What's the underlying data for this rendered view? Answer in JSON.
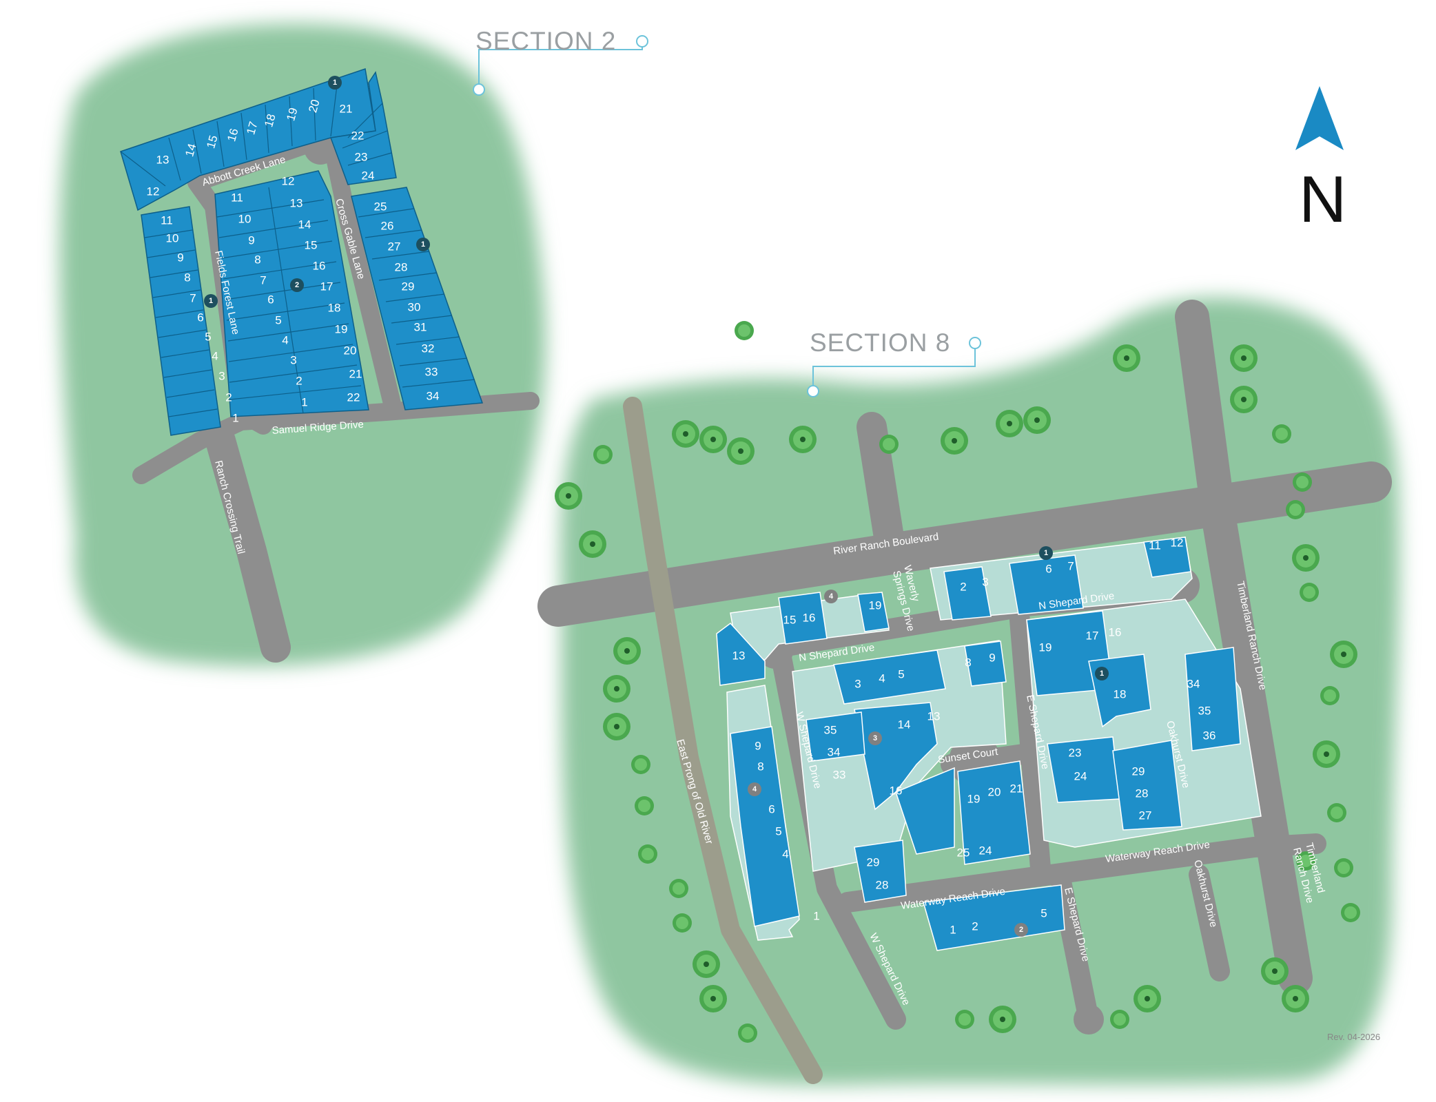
{
  "sections": [
    {
      "label": "SECTION 2"
    },
    {
      "label": "SECTION 8"
    }
  ],
  "north_label": "N",
  "revision": "Rev. 04-2026",
  "colors": {
    "land": "#8fc6a0",
    "road": "#8e8e8e",
    "lot_available": "#1e8fc9",
    "lot_other": "#b7ddd6",
    "lot_stroke": "#0d5f8a",
    "marker_dark": "#1d4f5f",
    "marker_gray": "#808080",
    "callout": "#6cc3da",
    "tree": "#4caf50",
    "north_arrow": "#1a8ac4"
  },
  "roads": {
    "abbott_creek": "Abbott Creek Lane",
    "fields_forest": "Fields Forest Lane",
    "cross_gable": "Cross Gable Lane",
    "samuel_ridge": "Samuel Ridge Drive",
    "ranch_crossing": "Ranch Crossing Trail",
    "river_ranch": "River Ranch Boulevard",
    "waverly_1": "Waverly",
    "waverly_2": "Springs Drive",
    "n_shepard_1": "N Shepard Drive",
    "n_shepard_2": "N Shepard Drive",
    "timberland_1": "Timberland Ranch Drive",
    "w_shepard_1": "W Shepard Drive",
    "w_shepard_2": "W Shepard Drive",
    "e_shepard_1": "E Shepard Drive",
    "e_shepard_2": "E Shepard Drive",
    "sunset": "Sunset Court",
    "oakhurst_1": "Oakhurst Drive",
    "oakhurst_2": "Oakhurst Drive",
    "waterway_1": "Waterway Reach Drive",
    "waterway_2": "Waterway Reach Drive",
    "timberland_2a": "Timberland",
    "timberland_2b": "Ranch Drive",
    "east_prong": "East Prong of Old River"
  },
  "markers": [
    "1",
    "1",
    "2",
    "1",
    "1",
    "1",
    "2",
    "3",
    "4",
    "4"
  ],
  "section2_lots": {
    "top_row": [
      "13",
      "14",
      "15",
      "16",
      "17",
      "18",
      "19",
      "20",
      "21"
    ],
    "top_right": [
      "22",
      "23",
      "24"
    ],
    "corner": "12",
    "left_col": [
      "11",
      "10",
      "9",
      "8",
      "7",
      "6",
      "5",
      "4",
      "3",
      "2",
      "1"
    ],
    "mid_left": [
      "11",
      "10",
      "9",
      "8",
      "7",
      "6",
      "5",
      "4",
      "3",
      "2",
      "1"
    ],
    "mid_right": [
      "12",
      "13",
      "14",
      "15",
      "16",
      "17",
      "18",
      "19",
      "20",
      "21",
      "22"
    ],
    "right_col": [
      "25",
      "26",
      "27",
      "28",
      "29",
      "30",
      "31",
      "32",
      "33",
      "34"
    ]
  },
  "section8_lots": {
    "ne_row": [
      "2",
      "3",
      "6",
      "7",
      "11",
      "12"
    ],
    "nw_row": [
      "15",
      "16",
      "19"
    ],
    "nw_corner": "13",
    "center_top": [
      "3",
      "4",
      "5",
      "8",
      "9"
    ],
    "west_col": [
      "9",
      "8",
      "6",
      "5",
      "4",
      "1"
    ],
    "sunset_left": [
      "35",
      "34",
      "33"
    ],
    "sunset_mid": [
      "14",
      "13",
      "16"
    ],
    "sunset_right": [
      "19",
      "20",
      "21",
      "25",
      "24"
    ],
    "sunset_bottom": [
      "29",
      "28"
    ],
    "south_row": [
      "1",
      "2",
      "5"
    ],
    "east_block_top": [
      "19",
      "17",
      "16"
    ],
    "east_block_mid": [
      "18",
      "23",
      "24",
      "29",
      "28",
      "27"
    ],
    "east_block_right": [
      "34",
      "35",
      "36"
    ]
  }
}
